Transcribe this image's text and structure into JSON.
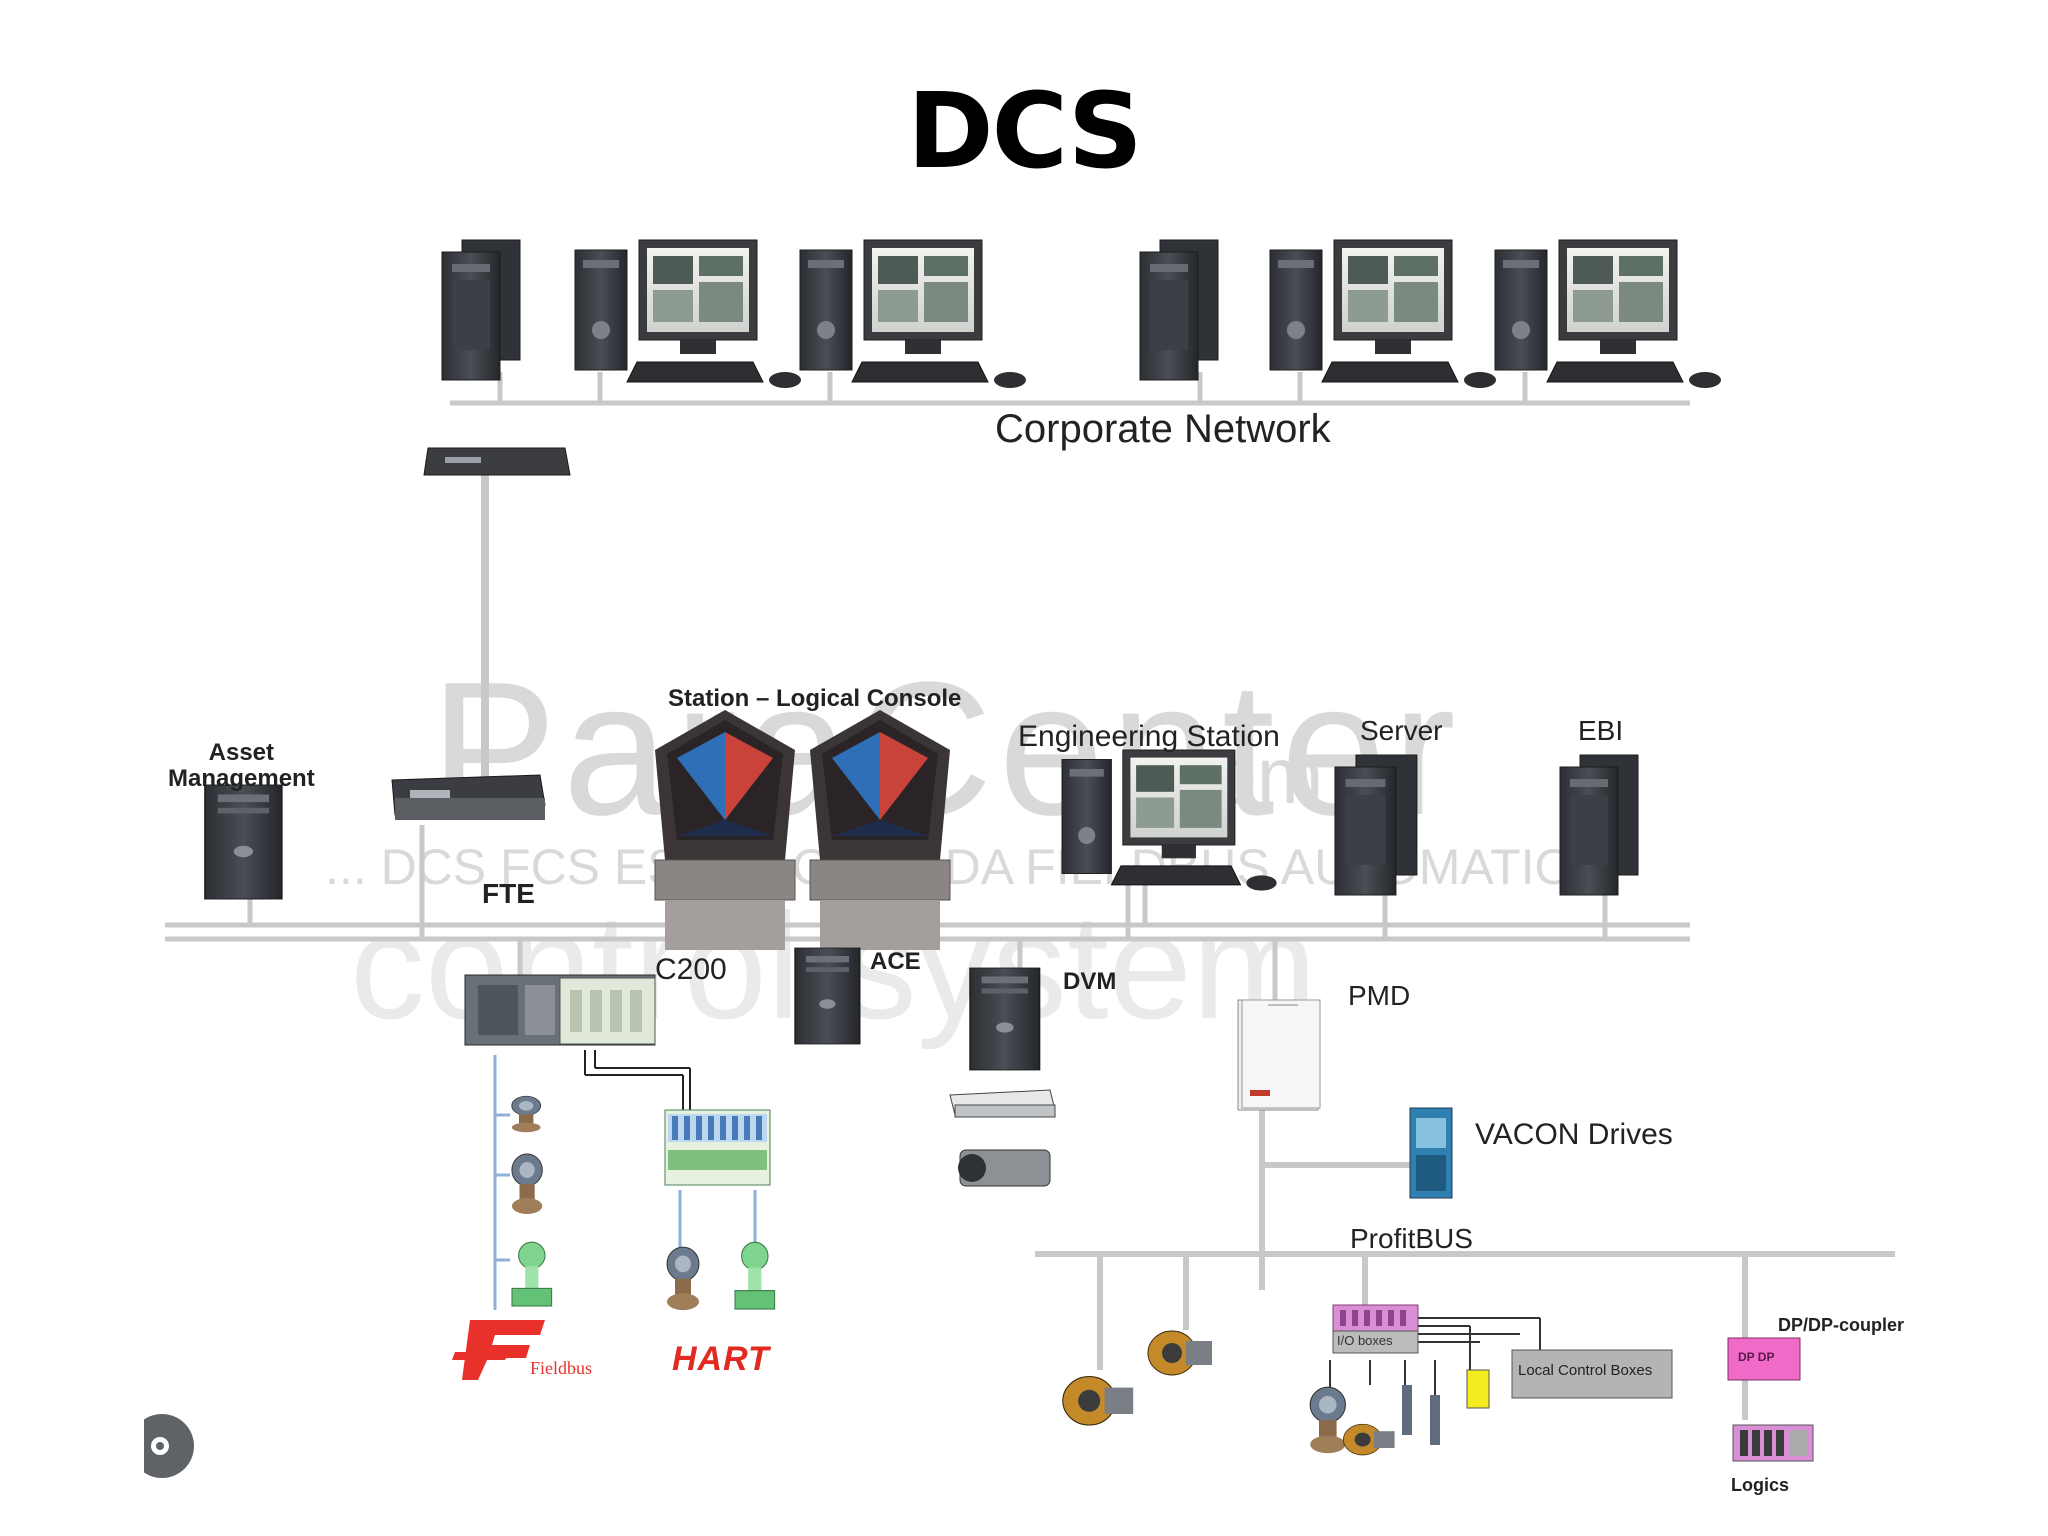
{
  "title": "DCS",
  "watermark": {
    "line1": "ParaCenter",
    "line2": "... DCS FCS ESD PLC SCADA FIELDBUS AUTOMATION",
    "line3": "control system",
    "line4": ".com"
  },
  "labels": {
    "corporate_network": "Corporate Network",
    "station_console": "Station – Logical Console",
    "asset_management": "Asset\nManagement",
    "fte": "FTE",
    "engineering_station": "Engineering Station",
    "server": "Server",
    "ebi": "EBI",
    "c200": "C200",
    "ace": "ACE",
    "dvm": "DVM",
    "pmd": "PMD",
    "vacon_drives": "VACON Drives",
    "profitbus": "ProfitBUS",
    "dp_coupler": "DP/DP-coupler",
    "local_control_boxes": "Local Control Boxes",
    "io_boxes": "I/O boxes",
    "logics": "Logics",
    "fieldbus_logo": "Fieldbus",
    "hart_logo": "HART",
    "dp_dp": "DP  DP"
  },
  "colors": {
    "network_line": "#c8c8c8",
    "tower_dark": "#3a3d42",
    "screen_frame": "#d7d5cd",
    "fieldbus_red": "#e8312a",
    "hart_red": "#e02a22",
    "dp_pink": "#f06ac8",
    "io_pink": "#d98fd6"
  },
  "icons": {
    "lens": "google-lens-icon"
  }
}
